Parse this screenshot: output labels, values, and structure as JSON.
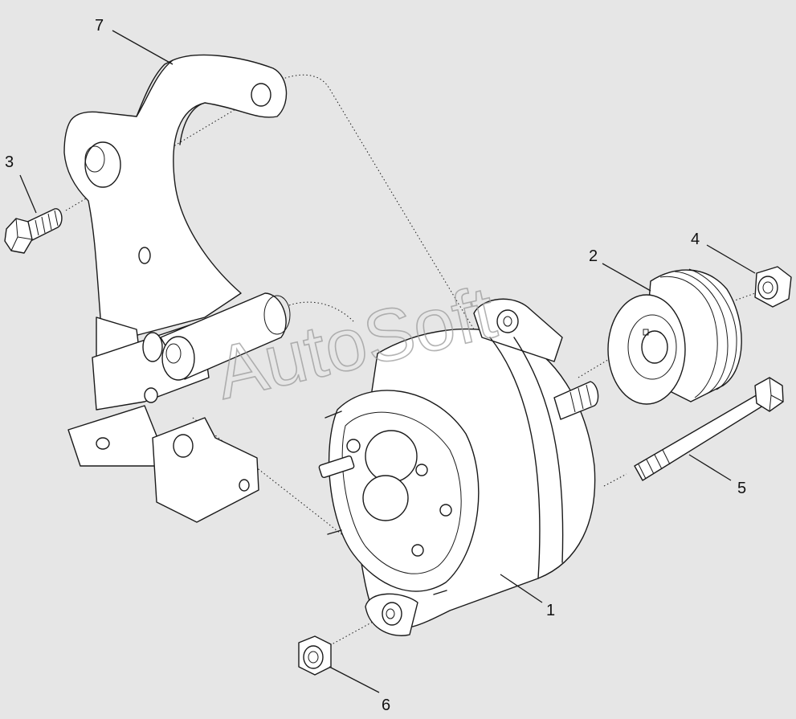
{
  "watermark": "AutoSoft",
  "callouts": [
    {
      "id": "1",
      "label": "1"
    },
    {
      "id": "2",
      "label": "2"
    },
    {
      "id": "3",
      "label": "3"
    },
    {
      "id": "4",
      "label": "4"
    },
    {
      "id": "5",
      "label": "5"
    },
    {
      "id": "6",
      "label": "6"
    },
    {
      "id": "7",
      "label": "7"
    }
  ],
  "colors": {
    "background": "#e6e6e6",
    "line": "#1a1a1a",
    "watermark": "#9a9a9a"
  }
}
